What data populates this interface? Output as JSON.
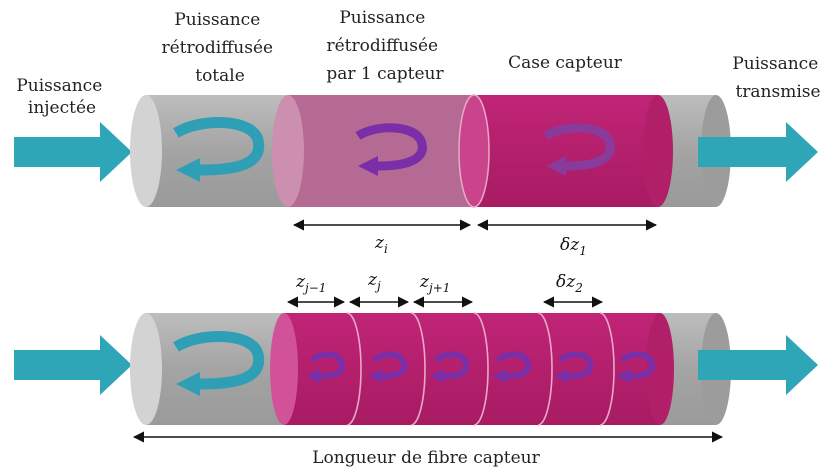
{
  "labels": {
    "injected": [
      "Puissance",
      "injectée"
    ],
    "total_backscatter": [
      "Puissance",
      "rétrodiffusée",
      "totale"
    ],
    "sensor_backscatter": [
      "Puissance",
      "rétrodiffusée",
      "par 1 capteur"
    ],
    "sensor_cell": "Case capteur",
    "transmitted": [
      "Puissance",
      "transmise"
    ],
    "fiber_length": "Longueur de fibre capteur"
  },
  "math": {
    "zi": {
      "base": "z",
      "sub": "i"
    },
    "dz1": {
      "base": "δz",
      "sub": "1"
    },
    "zj_minus": {
      "base": "z",
      "sub": "j−1"
    },
    "zj": {
      "base": "z",
      "sub": "j"
    },
    "zj_plus": {
      "base": "z",
      "sub": "j+1"
    },
    "dz2": {
      "base": "δz",
      "sub": "2"
    }
  },
  "colors": {
    "arrow_teal": "#2fa5b8",
    "fiber_gray": "#a9a9a9",
    "sensor_magenta": "#b8226e",
    "backscatter_mauve": "#b36b90",
    "purple_arrow": "#7a2fa8"
  }
}
